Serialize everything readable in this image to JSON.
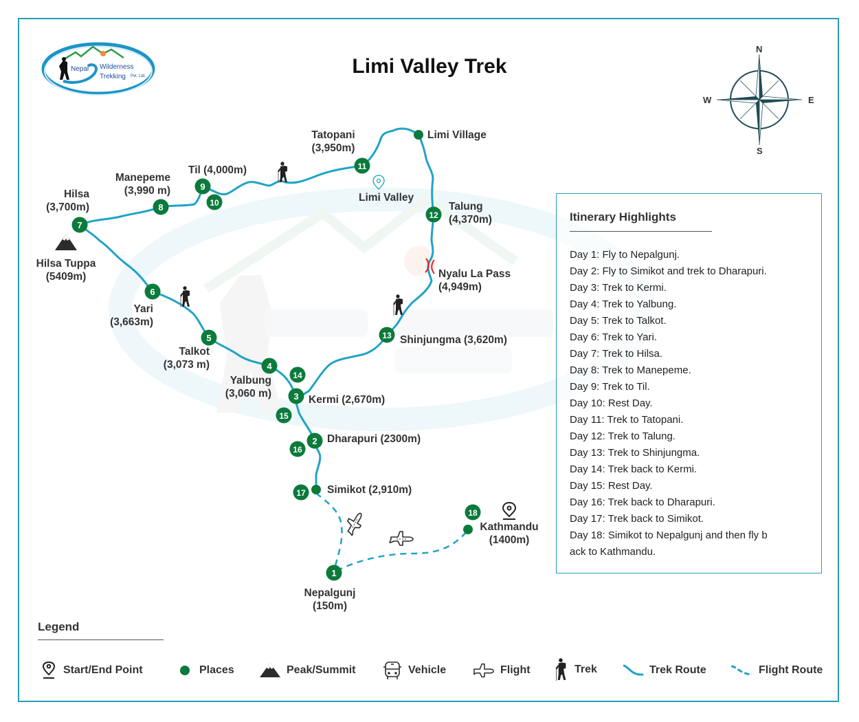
{
  "title": "Limi Valley Trek",
  "logo": {
    "line1": "Nepal",
    "line2": "Wilderness",
    "line3": "Trekking",
    "suffix": "Pvt. Ltd."
  },
  "compass": {
    "n": "N",
    "e": "E",
    "s": "S",
    "w": "W"
  },
  "colors": {
    "route": "#1fa3c6",
    "place": "#0b7a3b",
    "border": "#2a9bb6",
    "pass": "#e02020",
    "text": "#333333"
  },
  "places": [
    {
      "id": "nepalgunj",
      "name": "Nepalgunj",
      "alt": "(150m)",
      "num": "1"
    },
    {
      "id": "dharapuri",
      "name": "Dharapuri (2300m)",
      "num": "2"
    },
    {
      "id": "kermi",
      "name": "Kermi (2,670m)",
      "num": "3"
    },
    {
      "id": "yalbung",
      "name": "Yalbung",
      "alt": "(3,060 m)",
      "num": "4"
    },
    {
      "id": "talkot",
      "name": "Talkot",
      "alt": "(3,073 m)",
      "num": "5"
    },
    {
      "id": "yari",
      "name": "Yari",
      "alt": "(3,663m)",
      "num": "6"
    },
    {
      "id": "hilsa",
      "name": "Hilsa",
      "alt": "(3,700m)",
      "num": "7"
    },
    {
      "id": "manepeme",
      "name": "Manepeme",
      "alt": "(3,990 m)",
      "num": "8"
    },
    {
      "id": "til",
      "name": "Til (4,000m)",
      "num": "9"
    },
    {
      "id": "tatopani",
      "name": "Tatopani",
      "alt": "(3,950m)",
      "num": "11"
    },
    {
      "id": "limi-village",
      "name": "Limi Village"
    },
    {
      "id": "talung",
      "name": "Talung",
      "alt": "(4,370m)",
      "num": "12"
    },
    {
      "id": "nyalu-la-pass",
      "name": "Nyalu La Pass",
      "alt": "(4,949m)"
    },
    {
      "id": "shinjungma",
      "name": "Shinjungma (3,620m)",
      "num": "13"
    },
    {
      "id": "simikot",
      "name": "Simikot (2,910m)",
      "num": "17"
    },
    {
      "id": "kathmandu",
      "name": "Kathmandu",
      "alt": "(1400m)",
      "num": "18"
    },
    {
      "id": "hilsa-tuppa",
      "name": "Hilsa Tuppa",
      "alt": "(5409m)"
    },
    {
      "id": "limi-valley",
      "name": "Limi Valley"
    }
  ],
  "extra_markers": [
    "10",
    "14",
    "15",
    "16"
  ],
  "itinerary": {
    "title": "Itinerary Highlights",
    "days": [
      "Day 1: Fly to Nepalgunj.",
      "Day 2: Fly to Simikot and trek to Dharapuri.",
      "Day 3: Trek to Kermi.",
      "Day 4: Trek to Yalbung.",
      "Day 5: Trek to Talkot.",
      "Day 6: Trek to Yari.",
      "Day 7: Trek to Hilsa.",
      "Day 8: Trek to Manepeme.",
      "Day 9: Trek to Til.",
      "Day 10: Rest Day.",
      "Day 11: Trek to Tatopani.",
      "Day 12: Trek to Talung.",
      "Day 13: Trek to Shinjungma.",
      "Day 14: Trek back to Kermi.",
      "Day 15: Rest Day.",
      "Day 16: Trek back to Dharapuri.",
      "Day 17: Trek back to Simikot.",
      "Day 18: Simikot to Nepalgunj and then fly b",
      "ack to Kathmandu."
    ]
  },
  "legend": {
    "title": "Legend",
    "items": [
      {
        "icon": "start-end-pin-icon",
        "label": "Start/End Point"
      },
      {
        "icon": "place-dot-icon",
        "label": "Places"
      },
      {
        "icon": "peak-icon",
        "label": "Peak/Summit"
      },
      {
        "icon": "vehicle-icon",
        "label": "Vehicle"
      },
      {
        "icon": "flight-icon",
        "label": "Flight"
      },
      {
        "icon": "trekker-icon",
        "label": "Trek"
      },
      {
        "icon": "trek-route-icon",
        "label": "Trek Route"
      },
      {
        "icon": "flight-route-icon",
        "label": "Flight Route"
      }
    ]
  }
}
